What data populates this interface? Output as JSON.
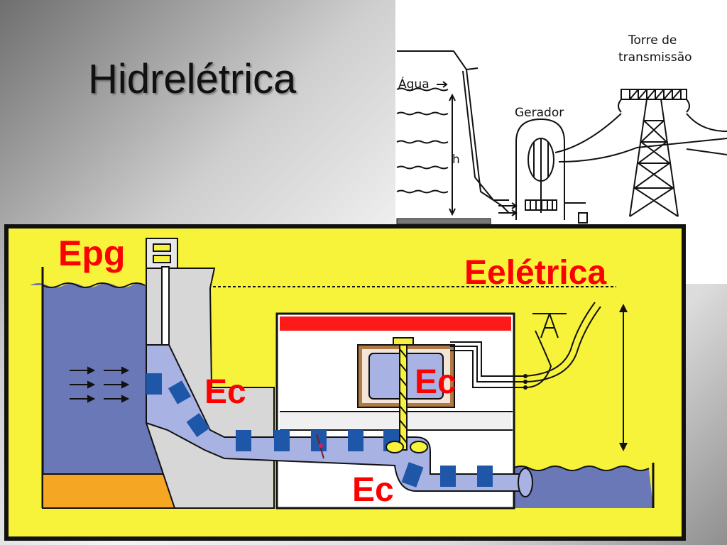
{
  "slide": {
    "title": "Hidrelétrica"
  },
  "diagram_top": {
    "water_label": "Água",
    "height_label": "h",
    "generator_label": "Gerador",
    "tower_label_line1": "Torre de",
    "tower_label_line2": "transmissão"
  },
  "diagram_main": {
    "label_epg": "Epg",
    "label_eeletrica": "Eelétrica",
    "label_ec_penstock": "Ec",
    "label_ec_generator": "Ec",
    "label_ec_outlet": "Ec"
  },
  "colors": {
    "frame_yellow": "#f7f23a",
    "water_blue": "#6b78b8",
    "sediment_orange": "#f5a623",
    "dam_gray": "#d7d7d7",
    "pipe_light": "#a9b3e3",
    "pipe_dark": "#1f57a8",
    "roof_red": "#ff1a1a",
    "label_red": "#ff0000"
  }
}
